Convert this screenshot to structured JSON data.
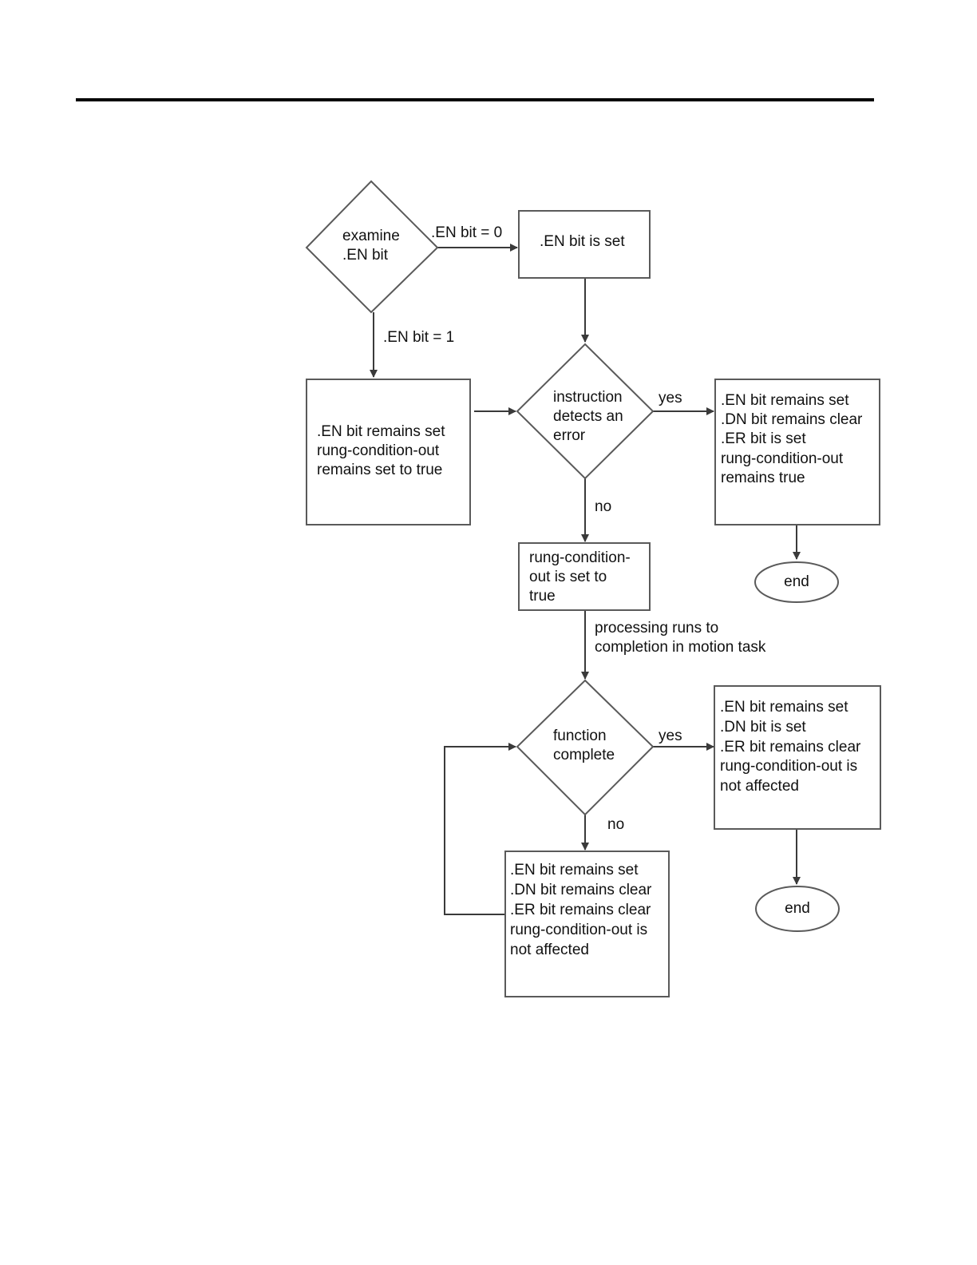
{
  "nodes": {
    "examine": [
      "examine",
      ".EN bit"
    ],
    "en_set": [
      ".EN bit is set"
    ],
    "remains_set": [
      ".EN bit remains set",
      "rung-condition-out",
      "remains set to true"
    ],
    "detects_error": [
      "instruction",
      "detects an",
      "error"
    ],
    "error_result": [
      ".EN bit remains set",
      ".DN bit remains clear",
      ".ER bit is set",
      "rung-condition-out",
      "remains true"
    ],
    "end_1": [
      "end"
    ],
    "rung_true": [
      "rung-condition-",
      "out is set to",
      "true"
    ],
    "function_complete": [
      "function",
      "complete"
    ],
    "complete_result": [
      ".EN bit remains set",
      ".DN bit is set",
      ".ER bit remains clear",
      "rung-condition-out is",
      "not affected"
    ],
    "end_2": [
      "end"
    ],
    "not_complete": [
      ".EN bit remains set",
      ".DN bit remains clear",
      ".ER bit remains clear",
      "rung-condition-out is",
      "not affected"
    ]
  },
  "edge_labels": {
    "en_bit_0": [
      ".EN bit = 0"
    ],
    "en_bit_1": [
      ".EN bit = 1"
    ],
    "error_yes": [
      "yes"
    ],
    "error_no": [
      "no"
    ],
    "processing": [
      "processing runs to",
      "completion in motion task"
    ],
    "complete_yes": [
      "yes"
    ],
    "complete_no": [
      "no"
    ]
  },
  "colors": {
    "stroke": "#5a5a5a",
    "connector": "#3a3a3a",
    "rule": "#000000",
    "text": "#111111"
  }
}
